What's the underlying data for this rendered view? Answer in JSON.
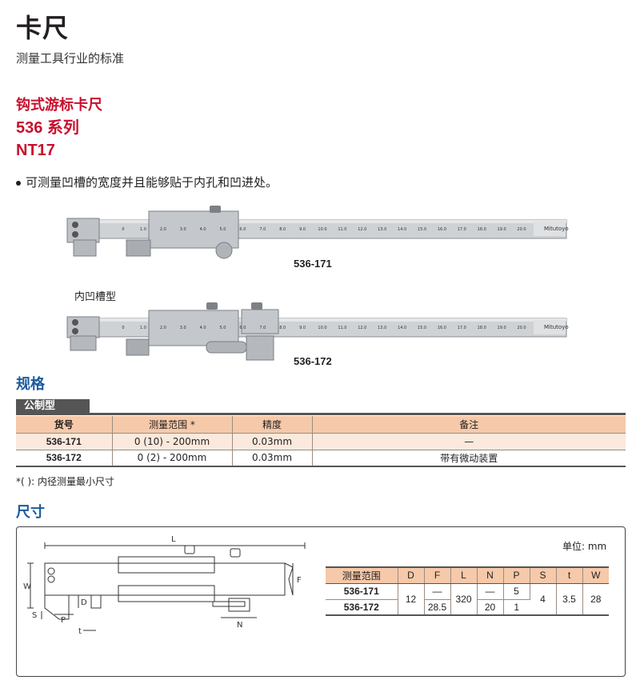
{
  "header": {
    "title": "卡尺",
    "subtitle": "测量工具行业的标准"
  },
  "product": {
    "name": "钩式游标卡尺",
    "series": "536 系列",
    "code": "NT17"
  },
  "feature": "可测量凹槽的宽度并且能够贴于内孔和凹进处。",
  "images": {
    "model1": "536-171",
    "model2": "536-172",
    "type_label": "内凹槽型",
    "brand": "Mitutoyo",
    "scale_ticks": [
      "0",
      "1.0",
      "2.0",
      "3.0",
      "4.0",
      "5.0",
      "6.0",
      "7.0",
      "8.0",
      "9.0",
      "10.0",
      "11.0",
      "12.0",
      "13.0",
      "14.0",
      "15.0",
      "16.0",
      "17.0",
      "18.0",
      "19.0",
      "20.0"
    ]
  },
  "specs": {
    "section_title": "规格",
    "tab": "公制型",
    "columns": [
      "货号",
      "测量范围 *",
      "精度",
      "备注"
    ],
    "rows": [
      [
        "536-171",
        "0 (10) - 200mm",
        "0.03mm",
        "—"
      ],
      [
        "536-172",
        "0 (2)  - 200mm",
        "0.03mm",
        "带有微动装置"
      ]
    ],
    "footnote": "*( ): 内径测量最小尺寸"
  },
  "dimensions": {
    "section_title": "尺寸",
    "unit": "单位: mm",
    "columns": [
      "测量范围",
      "D",
      "F",
      "L",
      "N",
      "P",
      "S",
      "t",
      "W"
    ],
    "rows": [
      [
        "536-171",
        "12",
        "—",
        "320",
        "—",
        "5",
        "4",
        "3.5",
        "28"
      ],
      [
        "536-172",
        "",
        "28.5",
        "",
        "20",
        "1",
        "",
        "",
        ""
      ]
    ],
    "drawing_labels": [
      "L",
      "W",
      "F",
      "D",
      "S",
      "P",
      "N",
      "t"
    ]
  }
}
